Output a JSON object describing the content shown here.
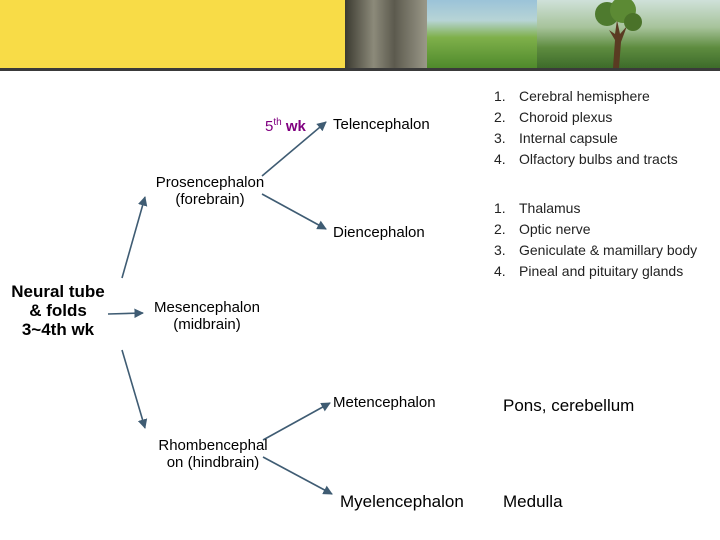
{
  "nodes": {
    "neural_tube": [
      "Neural tube",
      "& folds",
      "3~4th wk"
    ],
    "prosencephalon": [
      "Prosencephalon",
      "(forebrain)"
    ],
    "mesencephalon": [
      "Mesencephalon",
      "(midbrain)"
    ],
    "rhombencephalon": [
      "Rhombencephal",
      "on (hindbrain)"
    ],
    "week_marker": {
      "number": "5",
      "sup": "th",
      "unit": " wk"
    },
    "telencephalon": "Telencephalon",
    "diencephalon": "Diencephalon",
    "metencephalon": "Metencephalon",
    "myelencephalon": "Myelencephalon"
  },
  "telencephalon_list": [
    {
      "num": "1.",
      "text": "Cerebral hemisphere"
    },
    {
      "num": "2.",
      "text": "Choroid plexus"
    },
    {
      "num": "3.",
      "text": "Internal capsule"
    },
    {
      "num": "4.",
      "text": "Olfactory bulbs and tracts"
    }
  ],
  "diencephalon_list": [
    {
      "num": "1.",
      "text": "Thalamus"
    },
    {
      "num": "2.",
      "text": "Optic nerve"
    },
    {
      "num": "3.",
      "text": "Geniculate & mamillary body"
    },
    {
      "num": "4.",
      "text": "Pineal and pituitary glands"
    }
  ],
  "outcomes": {
    "metencephalon": "Pons, cerebellum",
    "myelencephalon": "Medulla"
  },
  "colors": {
    "banner": "#f8dc47",
    "arrow": "#3f5c73",
    "week_marker": "#800080"
  }
}
